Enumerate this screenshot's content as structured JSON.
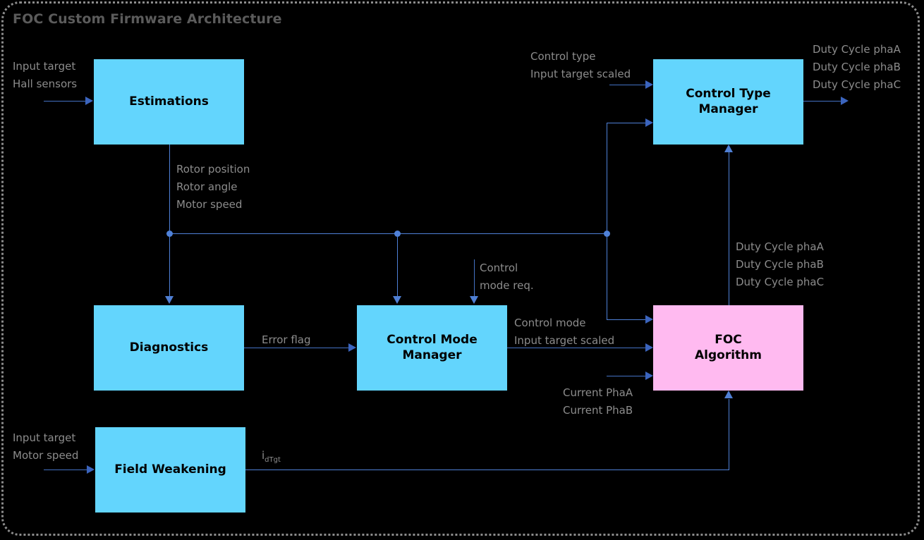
{
  "title": "FOC Custom Firmware Architecture",
  "colors": {
    "background": "#000000",
    "frame_border": "#8c8c8c",
    "title_text": "#5b5b5b",
    "block_primary": "#63d5fd",
    "block_accent": "#ffbaf0",
    "connector": "#4472c4",
    "label_text": "#8c8c8c"
  },
  "blocks": [
    {
      "id": "estimations",
      "label": "Estimations",
      "color": "#63d5fd"
    },
    {
      "id": "diagnostics",
      "label": "Diagnostics",
      "color": "#63d5fd"
    },
    {
      "id": "control_mode_manager",
      "label": "Control Mode\nManager",
      "color": "#63d5fd"
    },
    {
      "id": "control_type_manager",
      "label": "Control Type\nManager",
      "color": "#63d5fd"
    },
    {
      "id": "foc_algorithm",
      "label": "FOC\nAlgorithm",
      "color": "#ffbaf0"
    },
    {
      "id": "field_weakening",
      "label": "Field Weakening",
      "color": "#63d5fd"
    }
  ],
  "labels": {
    "estimations_input": "Input target\nHall sensors",
    "estimations_output": "Rotor position\nRotor angle\nMotor speed",
    "control_type_input": "Control type\nInput target scaled",
    "control_type_output": "Duty Cycle phaA\nDuty Cycle phaB\nDuty Cycle phaC",
    "control_mode_req": "Control\nmode req.",
    "error_flag": "Error flag",
    "control_mode_out": "Control mode\nInput target scaled",
    "current_phases": "Current PhaA\nCurrent PhaB",
    "duty_cycle_feedback": "Duty Cycle phaA\nDuty Cycle phaB\nDuty Cycle phaC",
    "field_weakening_input": "Input target\nMotor speed",
    "id_target_main": "i",
    "id_target_sub": "dTgt"
  }
}
